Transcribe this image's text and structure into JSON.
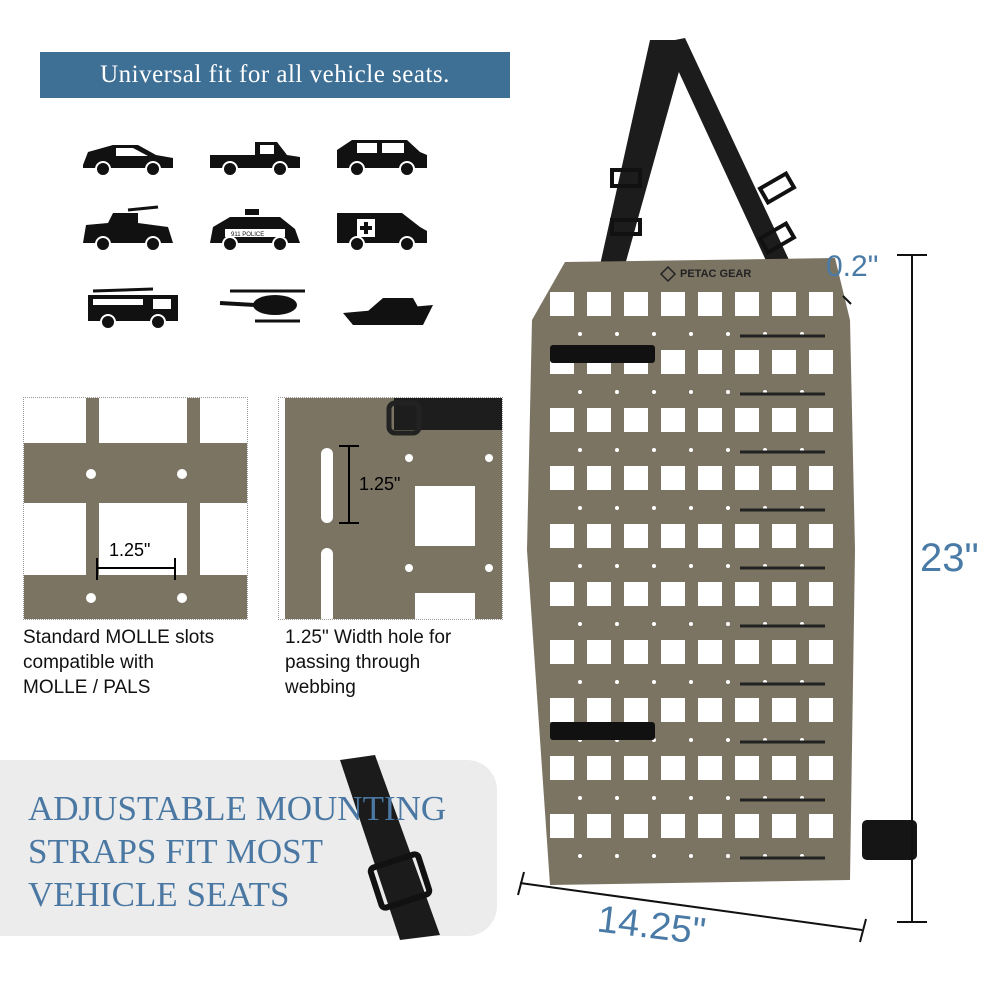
{
  "banner": {
    "text": "Universal fit for all vehicle seats."
  },
  "vehicle_icons": [
    "sedan-icon",
    "pickup-truck-icon",
    "suv-icon",
    "military-vehicle-icon",
    "police-car-icon",
    "ambulance-icon",
    "fire-truck-icon",
    "helicopter-icon",
    "yacht-icon"
  ],
  "police_labels": {
    "number": "911",
    "word": "POLICE"
  },
  "detail_left": {
    "measure": "1.25\"",
    "caption": [
      "Standard MOLLE slots",
      "compatible with",
      "MOLLE / PALS"
    ]
  },
  "detail_right": {
    "measure": "1.25\"",
    "caption": [
      "1.25\" Width hole for",
      "passing through",
      "webbing"
    ]
  },
  "straps_text": [
    "ADJUSTABLE MOUNTING",
    "STRAPS FIT MOST",
    "VEHICLE SEATS"
  ],
  "product": {
    "brand": "PETAC GEAR",
    "panel_color": "#7b7463"
  },
  "dimensions": {
    "thickness": "0.2\"",
    "height": "23\"",
    "width": "14.25\""
  },
  "colors": {
    "banner": "#3e6f95",
    "accent_text": "#4a7aa6"
  }
}
